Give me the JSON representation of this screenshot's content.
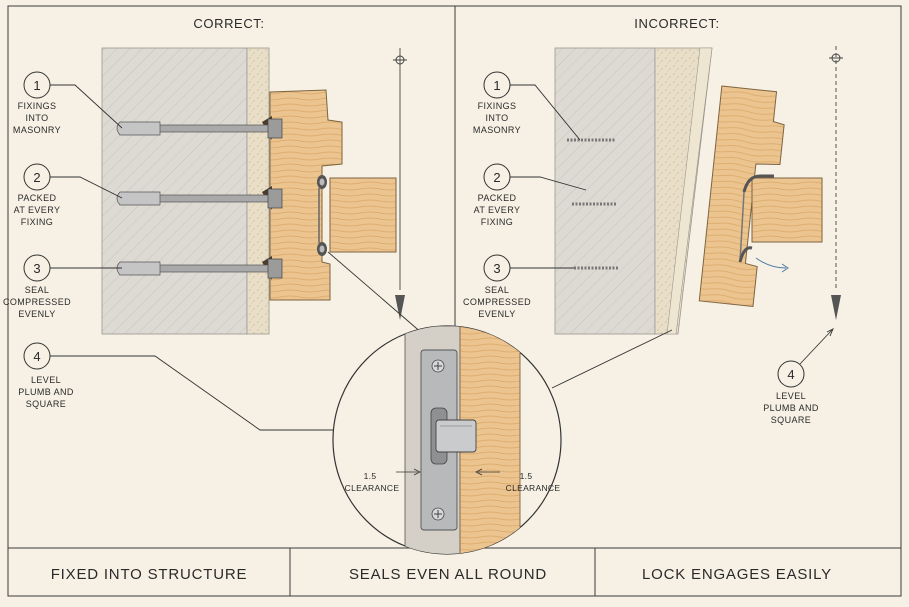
{
  "headers": {
    "correct": "CORRECT:",
    "incorrect": "INCORRECT:"
  },
  "correct_callouts": [
    {
      "number": "1",
      "lines": [
        "FIXINGS",
        "INTO",
        "MASONRY"
      ]
    },
    {
      "number": "2",
      "lines": [
        "PACKED",
        "AT EVERY",
        "FIXING"
      ]
    },
    {
      "number": "3",
      "lines": [
        "SEAL",
        "COMPRESSED",
        "EVENLY"
      ]
    },
    {
      "number": "4",
      "lines": [
        "LEVEL",
        "PLUMB AND",
        "SQUARE"
      ]
    }
  ],
  "incorrect_callouts": [
    {
      "number": "1",
      "lines": [
        "FIXINGS",
        "INTO",
        "MASONRY"
      ]
    },
    {
      "number": "2",
      "lines": [
        "PACKED",
        "AT EVERY",
        "FIXING"
      ]
    },
    {
      "number": "3",
      "lines": [
        "SEAL",
        "COMPRESSED",
        "EVENLY"
      ]
    },
    {
      "number": "4",
      "lines": [
        "LEVEL",
        "PLUMB AND",
        "SQUARE"
      ]
    }
  ],
  "detail": {
    "left_value": "1.5",
    "left_label": "CLEARANCE",
    "right_value": "1.5",
    "right_label": "CLEARANCE"
  },
  "footer": {
    "left": "FIXED INTO STRUCTURE",
    "middle": "SEALS EVEN ALL ROUND",
    "right": "LOCK ENGAGES EASILY"
  },
  "colors": {
    "paper": "#f6f1e4",
    "masonry": "#dcdad3",
    "plaster": "#e9dfc9",
    "timber": "#ecc48f",
    "steel": "#b7b9bb",
    "ink": "#2a2a2a",
    "accent_arrow": "#4f7aa6"
  }
}
